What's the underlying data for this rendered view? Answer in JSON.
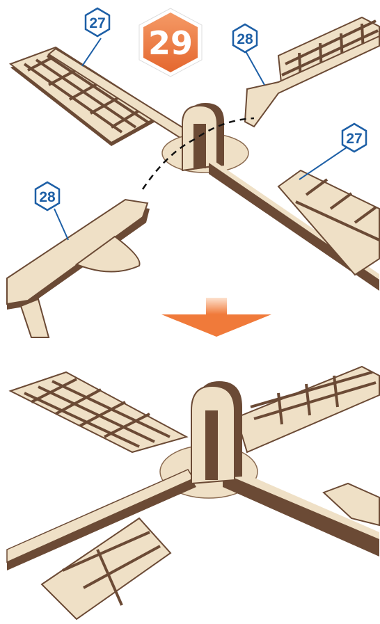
{
  "step": {
    "number": "29",
    "color": "#ec7a45"
  },
  "callouts": [
    {
      "id": "callout-27-top-left",
      "label": "27"
    },
    {
      "id": "callout-28-top-right",
      "label": "28"
    },
    {
      "id": "callout-27-right",
      "label": "27"
    },
    {
      "id": "callout-28-left",
      "label": "28"
    }
  ],
  "colors": {
    "wood_light": "#efe0c6",
    "wood_dark": "#6b4a35",
    "callout_blue": "#1d5fa6",
    "arrow_orange": "#f07a3a"
  }
}
